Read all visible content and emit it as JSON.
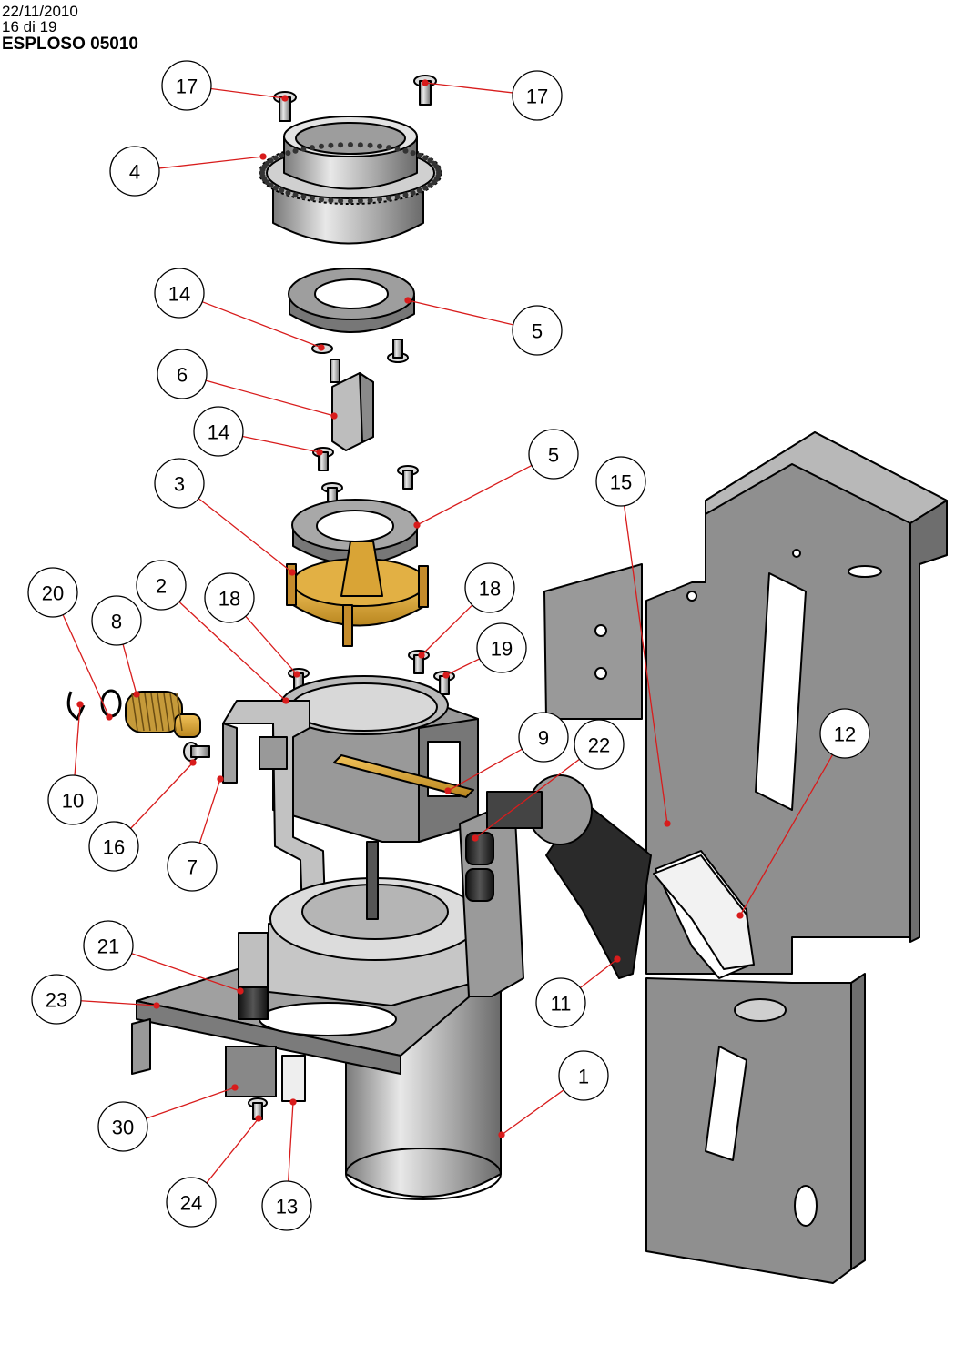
{
  "header": {
    "date": "22/11/2010",
    "page": "16 di 19",
    "drawing_code": "ESPLOSO 05010"
  },
  "colors": {
    "leader": "#d81c1c",
    "steel": "#9c9c9c",
    "steel_dark": "#6f6f6f",
    "steel_light": "#c9c9c9",
    "brass": "#d6a12e",
    "black_part": "#222222",
    "white_part": "#f2f2f2"
  },
  "callouts": [
    {
      "label": "17",
      "name": "callout-17-left"
    },
    {
      "label": "17",
      "name": "callout-17-right"
    },
    {
      "label": "4",
      "name": "callout-4"
    },
    {
      "label": "14",
      "name": "callout-14-top"
    },
    {
      "label": "5",
      "name": "callout-5-top"
    },
    {
      "label": "6",
      "name": "callout-6"
    },
    {
      "label": "14",
      "name": "callout-14-mid"
    },
    {
      "label": "5",
      "name": "callout-5-mid"
    },
    {
      "label": "3",
      "name": "callout-3"
    },
    {
      "label": "15",
      "name": "callout-15"
    },
    {
      "label": "20",
      "name": "callout-20"
    },
    {
      "label": "2",
      "name": "callout-2"
    },
    {
      "label": "8",
      "name": "callout-8"
    },
    {
      "label": "18",
      "name": "callout-18-left"
    },
    {
      "label": "18",
      "name": "callout-18-right"
    },
    {
      "label": "19",
      "name": "callout-19"
    },
    {
      "label": "12",
      "name": "callout-12"
    },
    {
      "label": "9",
      "name": "callout-9"
    },
    {
      "label": "22",
      "name": "callout-22"
    },
    {
      "label": "10",
      "name": "callout-10"
    },
    {
      "label": "16",
      "name": "callout-16"
    },
    {
      "label": "7",
      "name": "callout-7"
    },
    {
      "label": "21",
      "name": "callout-21"
    },
    {
      "label": "23",
      "name": "callout-23"
    },
    {
      "label": "11",
      "name": "callout-11"
    },
    {
      "label": "1",
      "name": "callout-1"
    },
    {
      "label": "30",
      "name": "callout-30"
    },
    {
      "label": "24",
      "name": "callout-24"
    },
    {
      "label": "13",
      "name": "callout-13"
    }
  ]
}
